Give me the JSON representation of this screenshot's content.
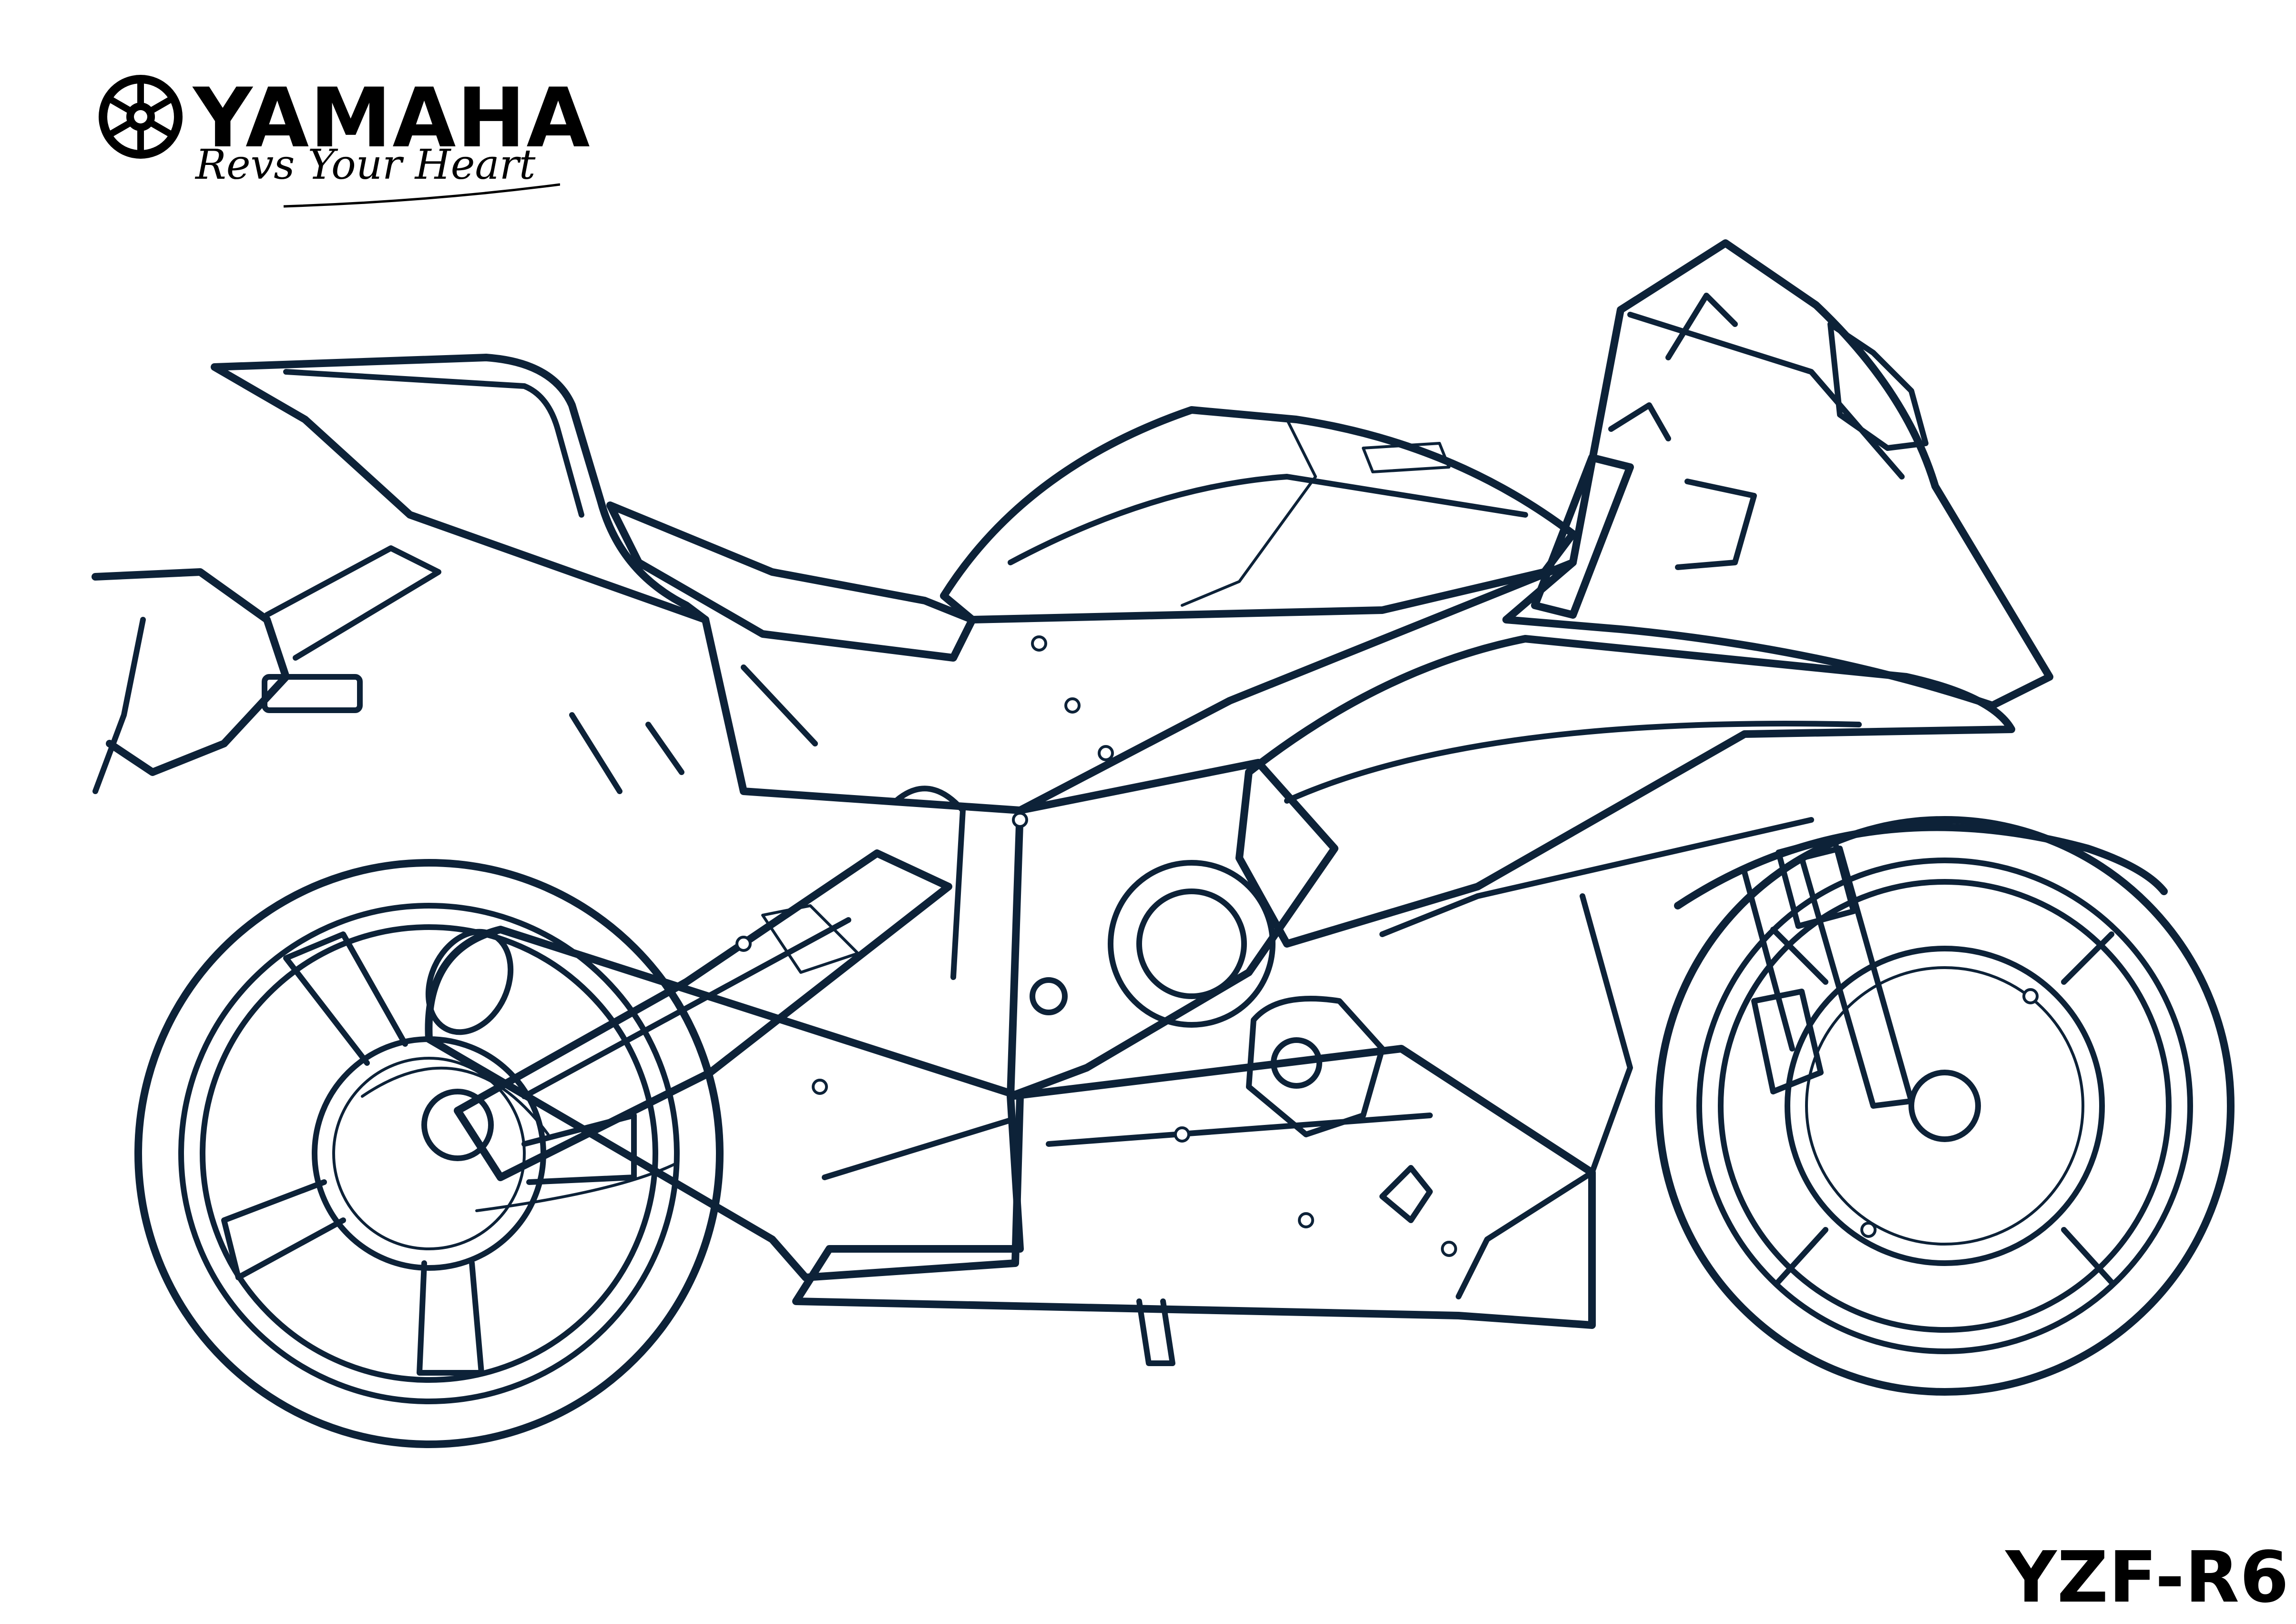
{
  "brand": {
    "name": "YAMAHA",
    "tagline": "Revs Your Heart"
  },
  "model": {
    "name": "YZF-R6"
  },
  "illustration": {
    "subject": "motorcycle-line-drawing",
    "line_color": "#0d2238",
    "background_color": "#ffffff"
  }
}
